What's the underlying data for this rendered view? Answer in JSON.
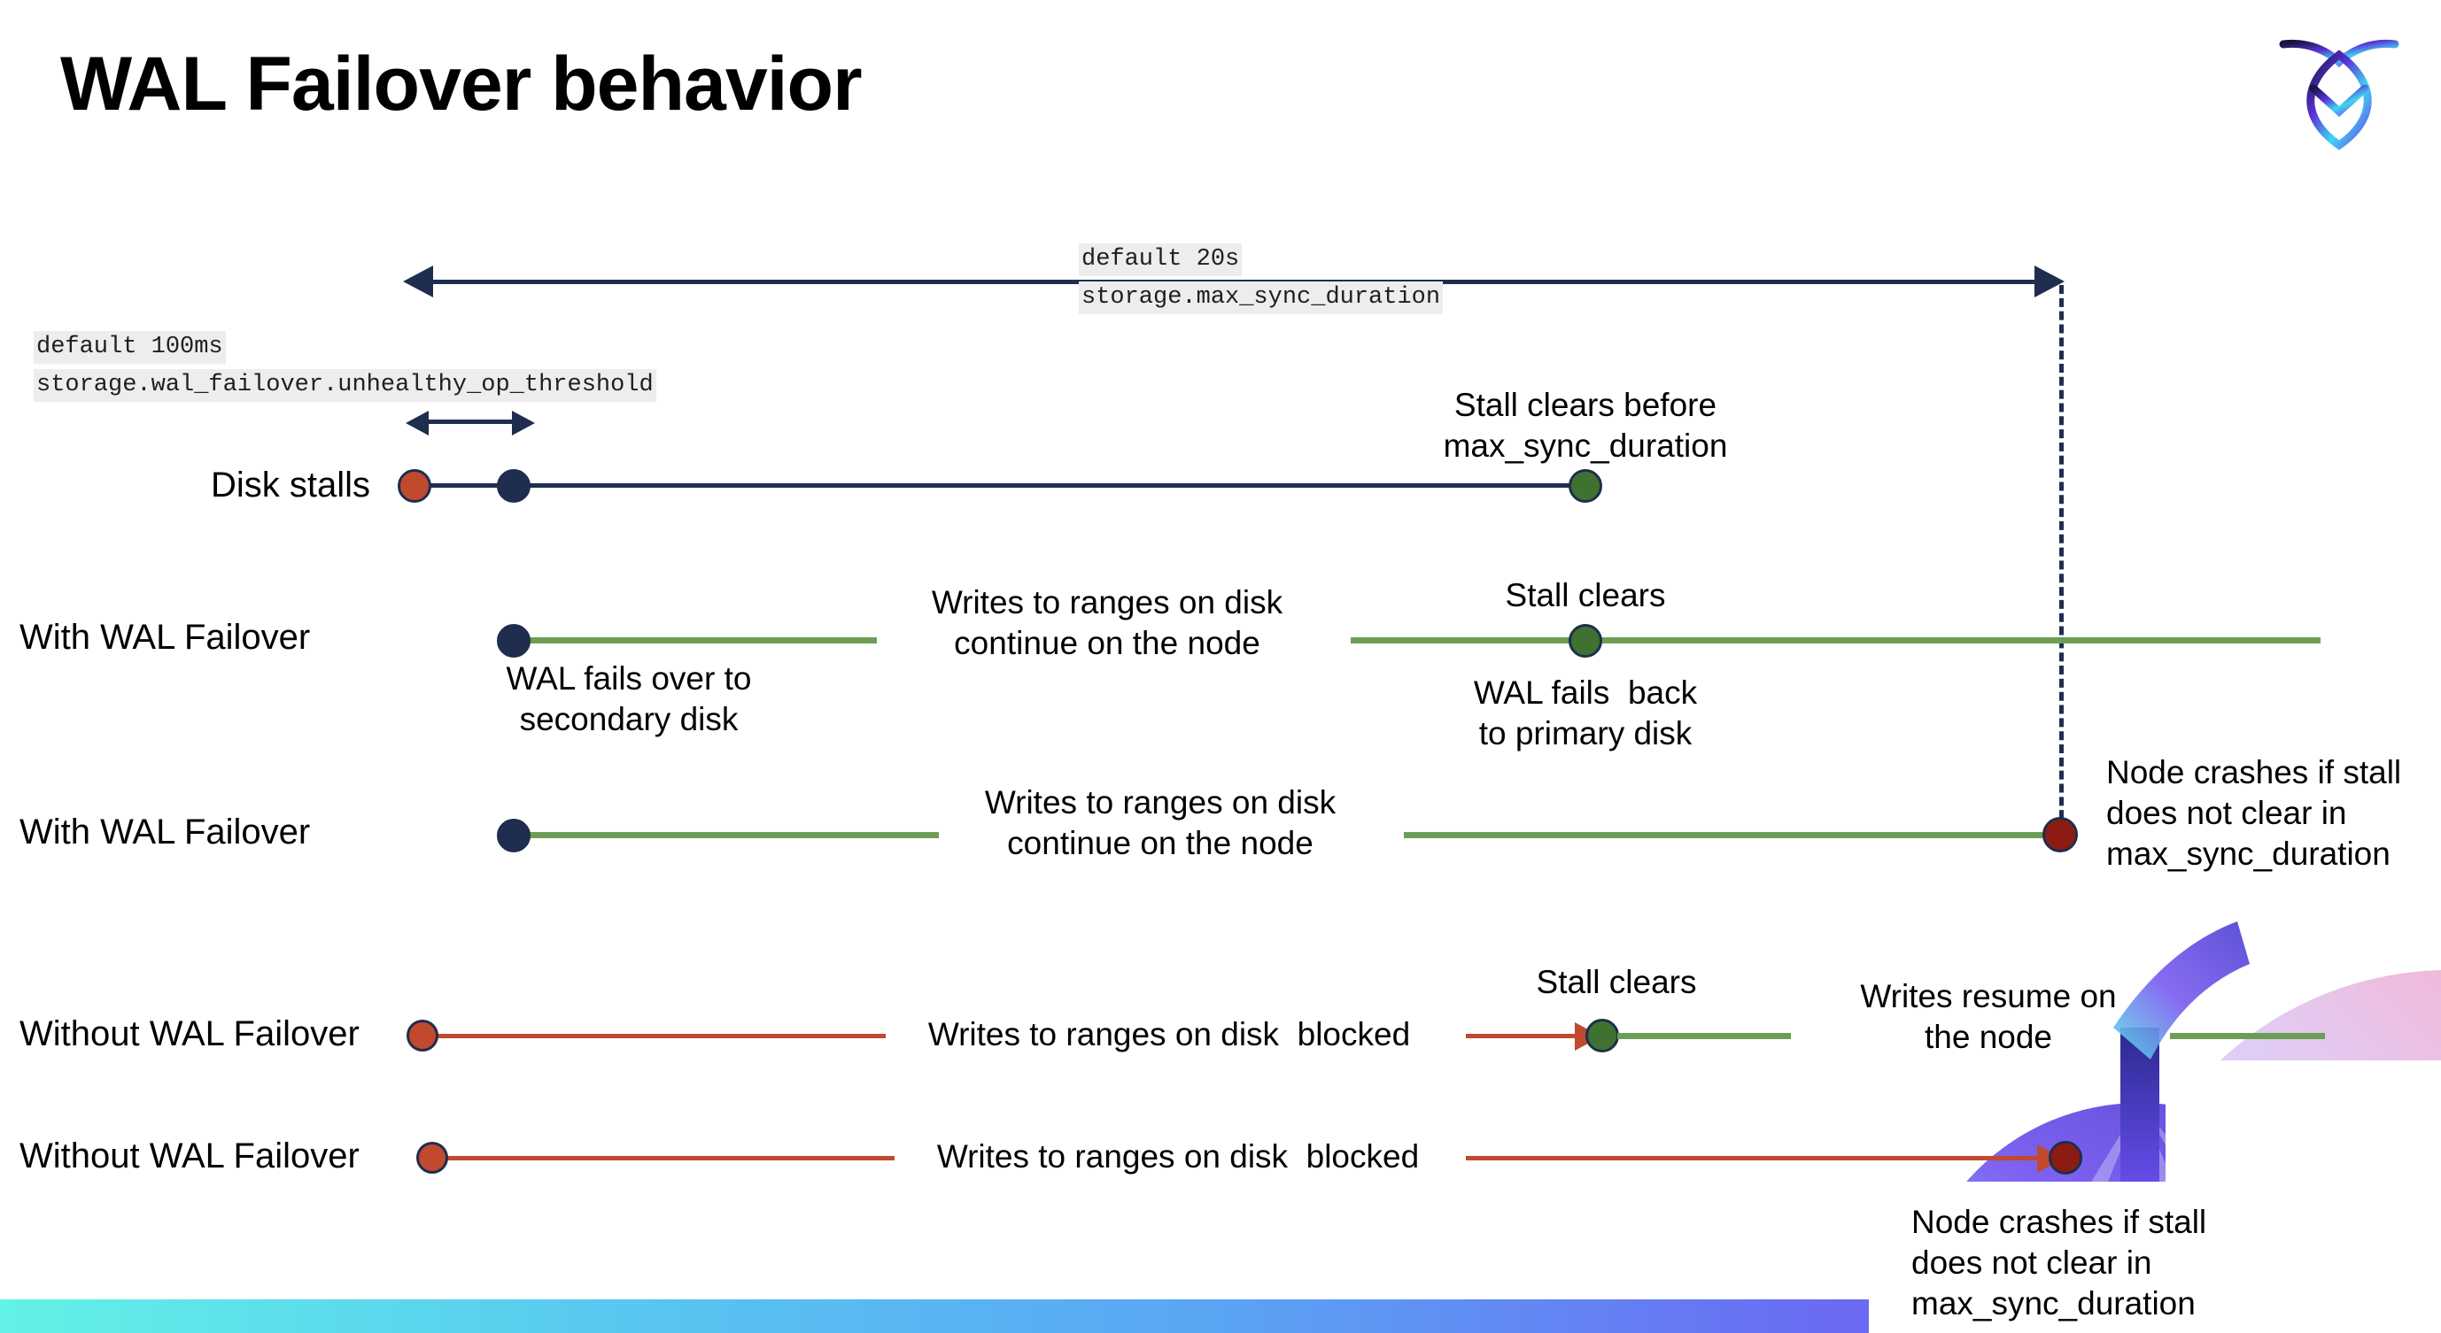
{
  "slide": {
    "title": "WAL Failover behavior",
    "logo_name": "cockroachdb-logo"
  },
  "annotations": {
    "max_sync": {
      "line1": "default 20s",
      "line2": "storage.max_sync_duration"
    },
    "unhealthy_threshold": {
      "line1": "default 100ms",
      "line2": "storage.wal_failover.unhealthy_op_threshold"
    }
  },
  "rows": [
    {
      "id": "disk-stalls",
      "label": "Disk stalls",
      "notes": [
        {
          "id": "stall-clears-before",
          "line1": "Stall clears before",
          "line2": "max_sync_duration"
        }
      ]
    },
    {
      "id": "with-wal-failover-1",
      "label": "With WAL Failover",
      "notes": [
        {
          "id": "writes-continue-1",
          "line1": "Writes to ranges on disk",
          "line2": "continue on the node"
        },
        {
          "id": "stall-clears-1",
          "line1": "Stall clears",
          "line2": ""
        },
        {
          "id": "wal-fails-over",
          "line1": "WAL fails over to",
          "line2": "secondary disk"
        },
        {
          "id": "wal-fails-back",
          "line1": "WAL fails  back",
          "line2": "to primary disk"
        }
      ]
    },
    {
      "id": "with-wal-failover-2",
      "label": "With WAL Failover",
      "notes": [
        {
          "id": "writes-continue-2",
          "line1": "Writes to ranges on disk",
          "line2": "continue on the node"
        },
        {
          "id": "node-crashes-1",
          "line1": "Node crashes if stall",
          "line2": "does not clear in",
          "line3": "max_sync_duration"
        }
      ]
    },
    {
      "id": "without-wal-failover-1",
      "label": "Without WAL Failover",
      "notes": [
        {
          "id": "writes-blocked-1",
          "line1": "Writes to ranges on disk  blocked",
          "line2": ""
        },
        {
          "id": "stall-clears-2",
          "line1": "Stall clears",
          "line2": ""
        },
        {
          "id": "writes-resume",
          "line1": "Writes resume on",
          "line2": "the node"
        }
      ]
    },
    {
      "id": "without-wal-failover-2",
      "label": "Without WAL Failover",
      "notes": [
        {
          "id": "writes-blocked-2",
          "line1": "Writes to ranges on disk  blocked",
          "line2": ""
        },
        {
          "id": "node-crashes-2",
          "line1": "Node crashes if stall",
          "line2": "does not clear in",
          "line3": "max_sync_duration"
        }
      ]
    }
  ],
  "colors": {
    "navy": "#1f2d4e",
    "green_line": "#6d9e55",
    "green_dot": "#3f7230",
    "orange": "#c0492e",
    "dark_red": "#8c1b14",
    "code_bg": "#ededed",
    "bar_gradient_start": "#62f2e6",
    "bar_gradient_end": "#7a4df0"
  }
}
